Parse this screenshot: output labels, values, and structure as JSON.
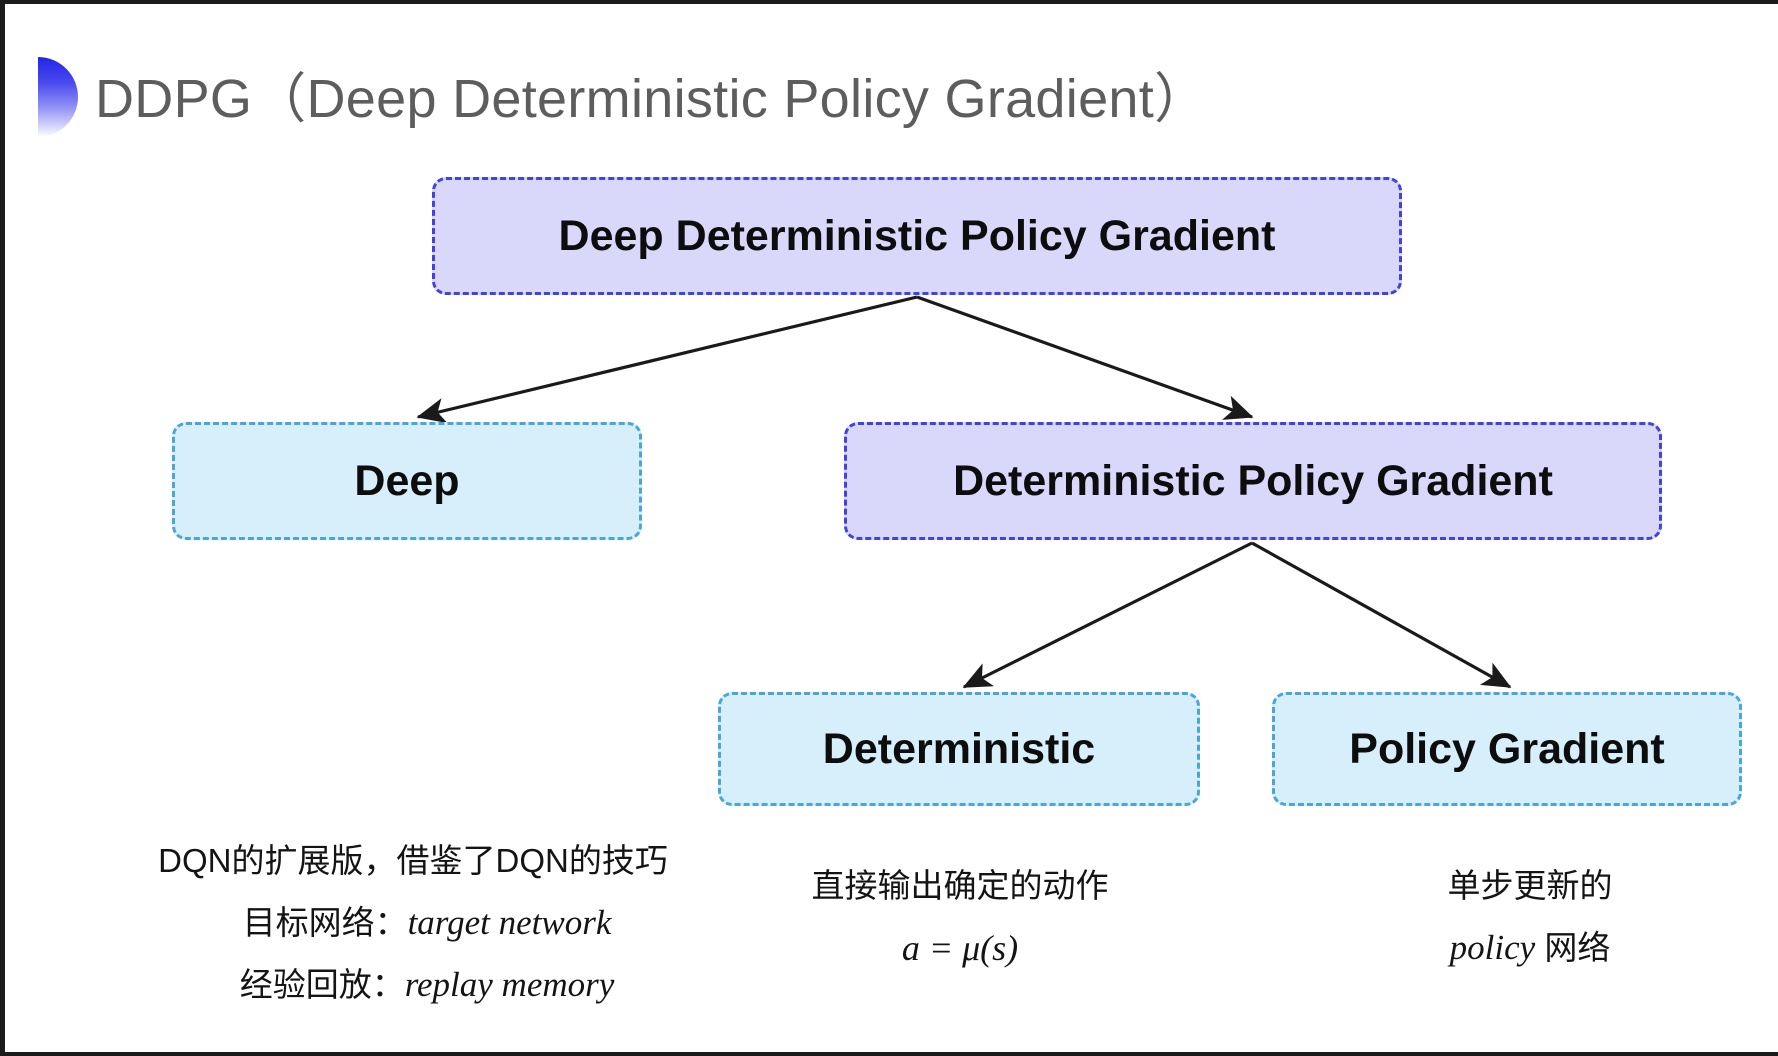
{
  "slide": {
    "title": "DDPG（Deep Deterministic Policy Gradient）",
    "bullet_icon": "half-circle-gradient-icon",
    "background_color": "#ffffff"
  },
  "colors": {
    "purple_fill": "#d9d8fb",
    "purple_border": "#4242e0",
    "cyan_fill": "#d6effb",
    "cyan_border": "#4aa6d8",
    "title_text": "#5d5d5d",
    "body_text": "#141414",
    "arrow": "#1a1a1a"
  },
  "diagram": {
    "type": "tree",
    "nodes": [
      {
        "id": "root",
        "label": "Deep Deterministic Policy Gradient",
        "style": "purple",
        "level": 0
      },
      {
        "id": "deep",
        "label": "Deep",
        "style": "cyan",
        "level": 1
      },
      {
        "id": "dpg",
        "label": "Deterministic Policy Gradient",
        "style": "purple",
        "level": 1
      },
      {
        "id": "deterministic",
        "label": "Deterministic",
        "style": "cyan",
        "level": 2
      },
      {
        "id": "policy_gradient",
        "label": "Policy Gradient",
        "style": "cyan",
        "level": 2
      }
    ],
    "edges": [
      {
        "from": "root",
        "to": "deep"
      },
      {
        "from": "root",
        "to": "dpg"
      },
      {
        "from": "dpg",
        "to": "deterministic"
      },
      {
        "from": "dpg",
        "to": "policy_gradient"
      }
    ]
  },
  "captions": {
    "deep": {
      "line1": "DQN的扩展版，借鉴了DQN的技巧",
      "line2_label": "目标网络：",
      "line2_value": "target network",
      "line3_label": "经验回放：",
      "line3_value": "replay memory"
    },
    "deterministic": {
      "line1": "直接输出确定的动作",
      "formula": "a = μ(s)"
    },
    "policy_gradient": {
      "line1": "单步更新的",
      "line2_value": "policy",
      "line2_suffix": " 网络"
    }
  }
}
